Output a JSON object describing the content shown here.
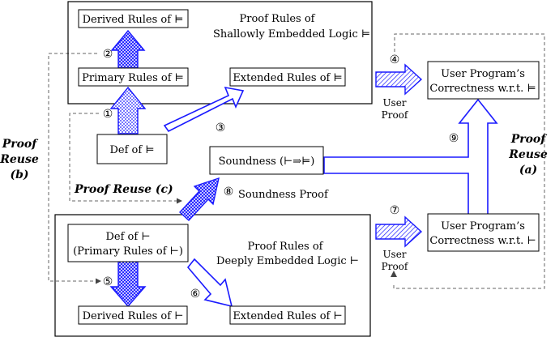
{
  "logic_boxes": {
    "shallow": {
      "title_line1": "Proof Rules of",
      "title_line2": "Shallowly Embedded Logic ⊨"
    },
    "deep": {
      "title_line1": "Proof Rules of",
      "title_line2": "Deeply Embedded Logic ⊢"
    }
  },
  "rule_boxes": {
    "derived_shallow": "Derived Rules of ⊨",
    "primary_shallow": "Primary Rules of ⊨",
    "extended_shallow": "Extended Rules of ⊨",
    "def_shallow": "Def of ⊨",
    "soundness": "Soundness (⊢⇒⊨)",
    "def_deep_line1": "Def of ⊢",
    "def_deep_line2": "(Primary Rules of ⊢)",
    "derived_deep": "Derived Rules of ⊢",
    "extended_deep": "Extended Rules of ⊢",
    "user_shallow_line1": "User Program’s",
    "user_shallow_line2": "Correctness w.r.t. ⊨",
    "user_deep_line1": "User Program’s",
    "user_deep_line2": "Correctness w.r.t. ⊢"
  },
  "step_markers": [
    "①",
    "②",
    "③",
    "④",
    "⑤",
    "⑥",
    "⑦",
    "⑧",
    "⑨"
  ],
  "labels": {
    "user_proof_top_line1": "User",
    "user_proof_top_line2": "Proof",
    "user_proof_bottom_line1": "User",
    "user_proof_bottom_line2": "Proof",
    "soundness_proof": "Soundness Proof"
  },
  "reuse_labels": {
    "a_line1": "Proof",
    "a_line2": "Reuse",
    "a_line3": "(a)",
    "b_line1": "Proof",
    "b_line2": "Reuse",
    "b_line3": "(b)",
    "c": "Proof Reuse (c)"
  },
  "colors": {
    "arrow_blue": "#1a1aff",
    "fill_light": "#d9d9f7",
    "line": "#000000",
    "dashed": "#666666"
  }
}
